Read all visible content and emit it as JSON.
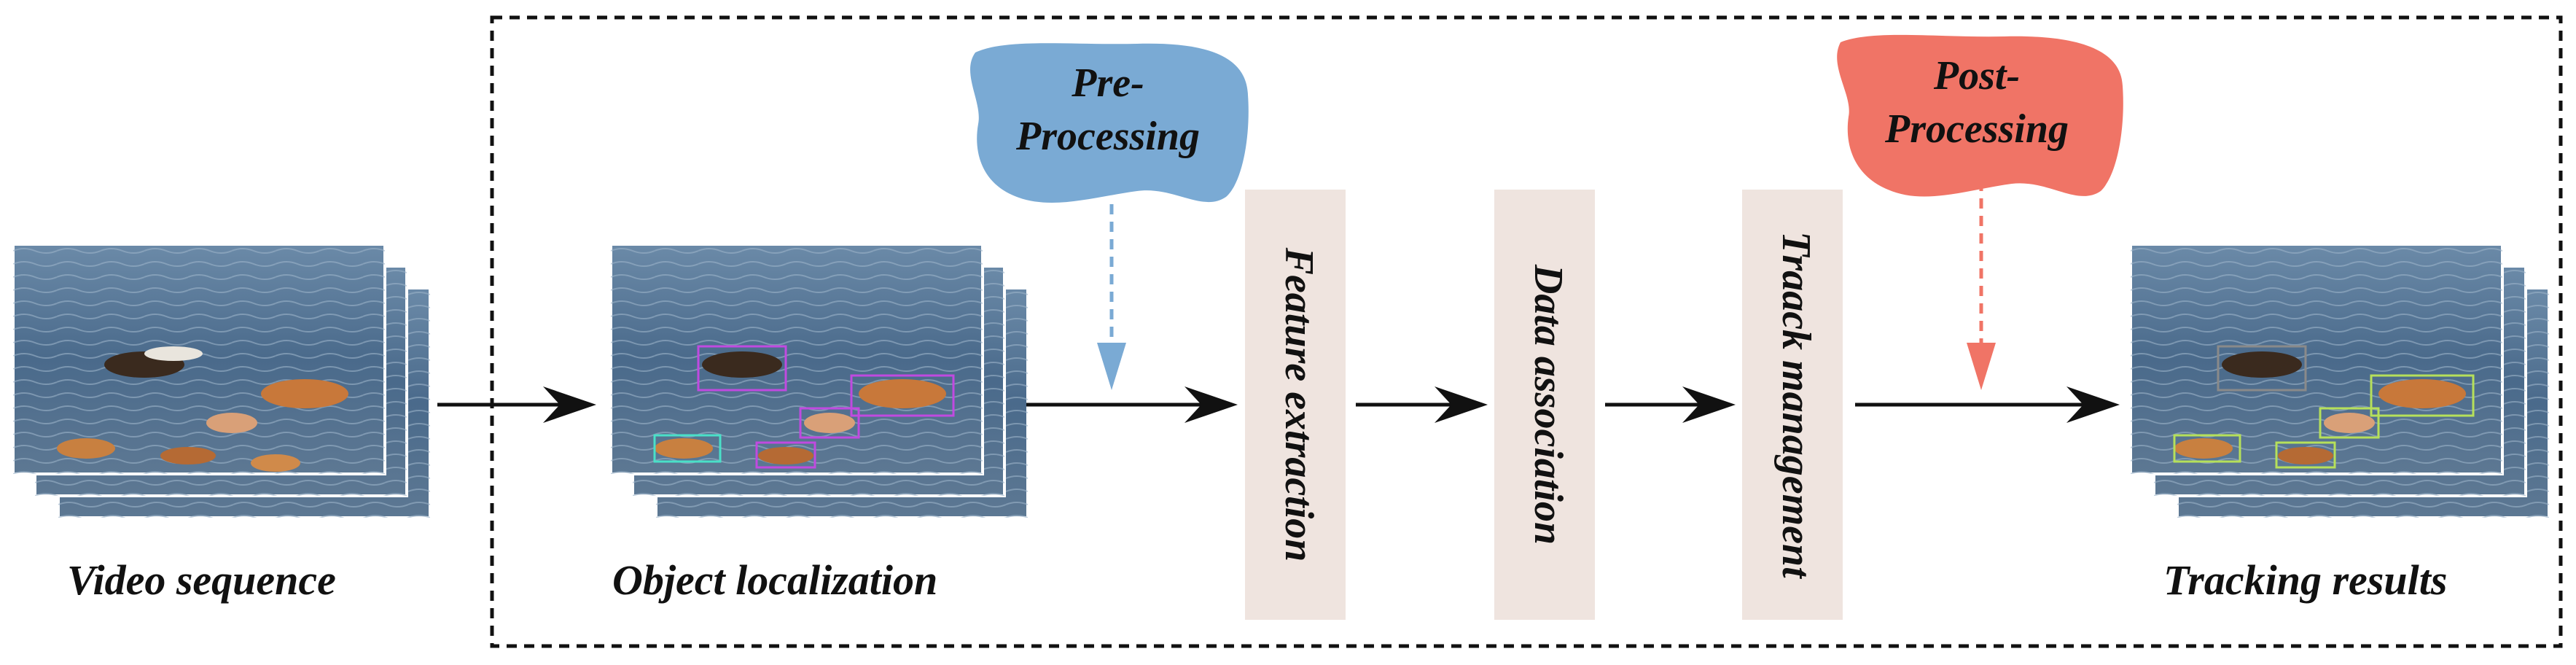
{
  "inputs": {
    "video_sequence": "Video sequence",
    "object_localization": "Object localization",
    "tracking_results": "Tracking results"
  },
  "stages": {
    "feature_extraction": "Feature extraction",
    "data_association": "Data association",
    "track_management": "Traack management"
  },
  "processing": {
    "pre_line1": "Pre-",
    "pre_line2": "Processing",
    "post_line1": "Post-",
    "post_line2": "Processing"
  },
  "colors": {
    "pre_blob": "#7aaad4",
    "post_blob": "#f07466",
    "stage_box": "#efe4df",
    "water": "#4c6f92",
    "detection_box_purple": "#c04ae0",
    "detection_box_green": "#b6e05a"
  }
}
